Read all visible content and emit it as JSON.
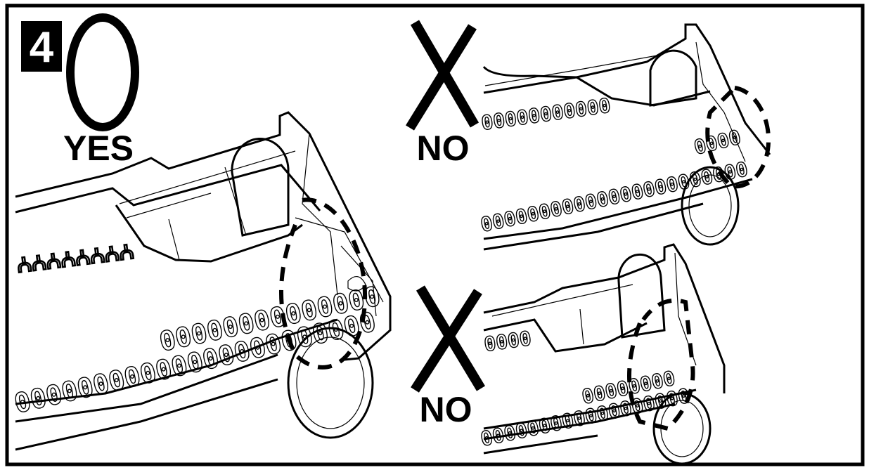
{
  "step_number": "4",
  "panels": {
    "correct": {
      "verdict_label": "YES",
      "mark_icon": "circle-o"
    },
    "wrong_top": {
      "verdict_label": "NO",
      "mark_icon": "cross-x"
    },
    "wrong_bottom": {
      "verdict_label": "NO",
      "mark_icon": "cross-x"
    }
  },
  "colors": {
    "ink": "#000000",
    "paper": "#ffffff"
  }
}
